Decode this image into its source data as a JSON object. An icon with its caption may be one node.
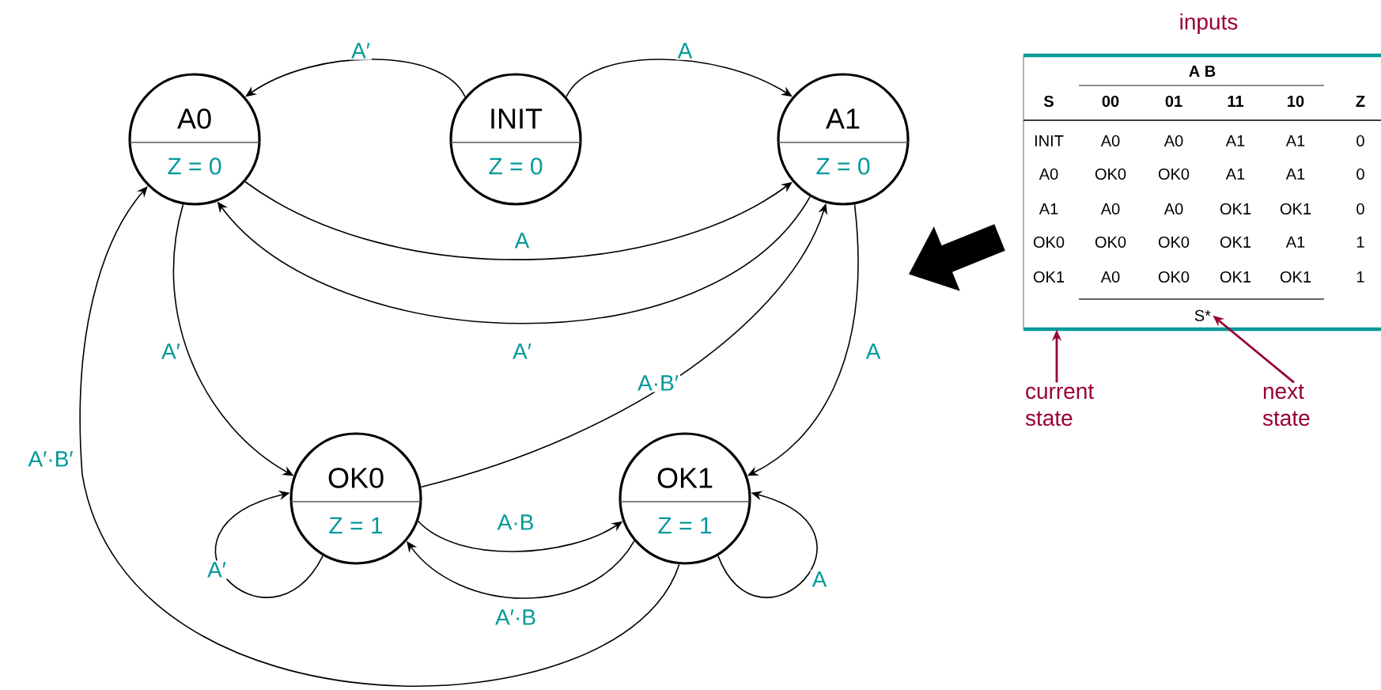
{
  "diagram": {
    "nodes": [
      {
        "text": [
          "INIT",
          "Z = 0"
        ]
      },
      {
        "text": [
          "A0",
          "Z = 0"
        ]
      },
      {
        "text": [
          "A1",
          "Z = 0"
        ]
      },
      {
        "text": [
          "OK0",
          "Z = 1"
        ]
      },
      {
        "text": [
          "OK1",
          "Z = 1"
        ]
      },
      {
        "text": [
          "current state"
        ]
      },
      {
        "text": [
          "next state"
        ]
      },
      {
        "text": [],
        "shape": "box"
      },
      {
        "text": [
          "S*"
        ],
        "in": 7
      }
    ],
    "edges": [
      {
        "from": 0,
        "to": 1,
        "arrow": "to",
        "label": "A′"
      },
      {
        "from": 0,
        "to": 2,
        "arrow": "to",
        "label": "A"
      },
      {
        "from": 1,
        "to": 2,
        "arrow": "to",
        "label": "A"
      },
      {
        "from": 2,
        "to": 1,
        "arrow": "to",
        "label": "A′"
      },
      {
        "from": 1,
        "to": 3,
        "arrow": "to",
        "label": "A′"
      },
      {
        "from": 2,
        "to": 4,
        "arrow": "to",
        "label": "A"
      },
      {
        "from": 3,
        "to": 2,
        "arrow": "to",
        "label": "A·B′"
      },
      {
        "from": 4,
        "to": 1,
        "arrow": "to",
        "label": "A′·B′"
      },
      {
        "from": 3,
        "to": 3,
        "arrow": "to",
        "label": "A′"
      },
      {
        "from": 4,
        "to": 4,
        "arrow": "to",
        "label": "A"
      },
      {
        "from": 3,
        "to": 4,
        "arrow": "to",
        "label": "A·B"
      },
      {
        "from": 4,
        "to": 3,
        "arrow": "to",
        "label": "A′·B"
      },
      {
        "from": 5,
        "to": 7,
        "arrow": "to",
        "color": "#990033"
      },
      {
        "from": 6,
        "to": 8,
        "arrow": "to",
        "color": "#990033"
      }
    ],
    "labels": [
      "inputs",
      "A B",
      "S",
      "00",
      "01",
      "11",
      "10",
      "Z",
      "INIT",
      "A0",
      "A0",
      "A1",
      "A1",
      "0",
      "A0",
      "OK0",
      "OK0",
      "A1",
      "A1",
      "0",
      "A1",
      "A0",
      "A0",
      "OK1",
      "OK1",
      "0",
      "OK0",
      "OK0",
      "OK0",
      "OK1",
      "A1",
      "1",
      "OK1",
      "A0",
      "OK0",
      "OK1",
      "OK1",
      "1"
    ]
  }
}
